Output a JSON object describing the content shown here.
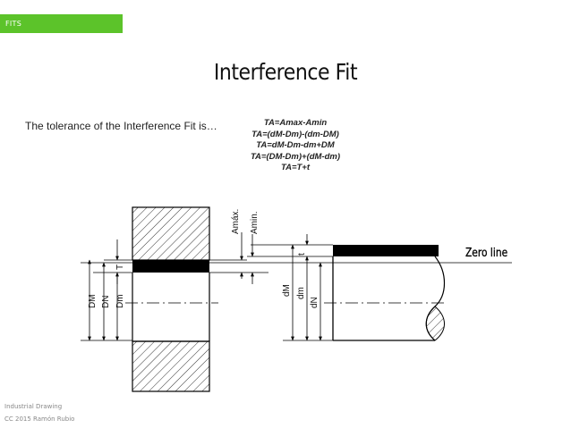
{
  "slide": {
    "section_tag": "FITS",
    "title": "Interference Fit",
    "intro_text": "The tolerance of the Interference Fit is…",
    "formulas": [
      "TA=Amax-Amin",
      "TA=(dM-Dm)-(dm-DM)",
      "TA=dM-Dm-dm+DM",
      "TA=(DM-Dm)+(dM-dm)",
      "TA=T+t"
    ],
    "zero_line_label": "Zero line",
    "footer": {
      "line1": "Industrial Drawing",
      "line2": "CC 2015 Ramón Rubio"
    }
  },
  "diagram": {
    "hole_labels": [
      "DM",
      "DN",
      "Dm",
      "T"
    ],
    "clearance_labels": [
      "Amáx.",
      "Amin."
    ],
    "shaft_labels": [
      "dM",
      "dm",
      "dN",
      "t"
    ]
  }
}
